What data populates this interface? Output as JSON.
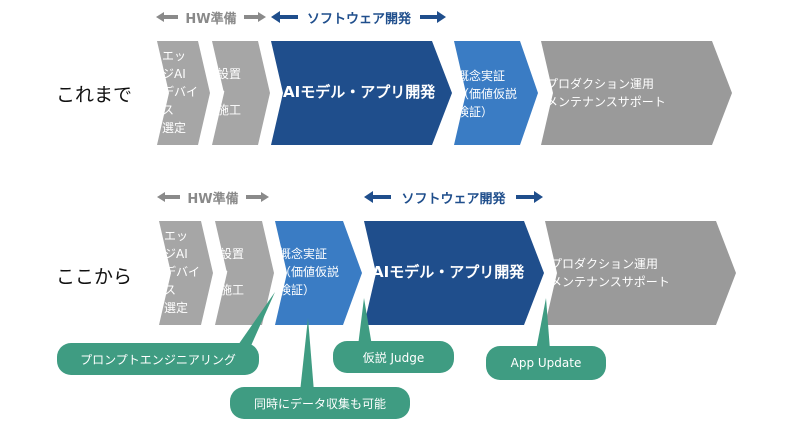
{
  "rows": [
    {
      "label": "これまで",
      "hw_label": "HW準備",
      "sw_label": "ソフトウェア開発",
      "steps": [
        {
          "text": "エッ\nジAI\nデバイ\nス\n選定",
          "color": "#a6a6a6"
        },
        {
          "text": "設置\n・\n施工",
          "color": "#a6a6a6"
        },
        {
          "text": "AIモデル・アプリ開発",
          "color": "#1f4e8c"
        },
        {
          "text": "概念実証\n（価値仮説\n検証）",
          "color": "#3a7cc4"
        },
        {
          "text": "プロダクション運用\nメンテナンスサポート",
          "color": "#9a9a9a"
        }
      ]
    },
    {
      "label": "ここから",
      "hw_label": "HW準備",
      "sw_label": "ソフトウェア開発",
      "steps": [
        {
          "text": "エッ\nジAI\nデバイ\nス\n選定",
          "color": "#a6a6a6"
        },
        {
          "text": "設置\n・\n施工",
          "color": "#a6a6a6"
        },
        {
          "text": "概念実証\n（価値仮説\n検証）",
          "color": "#3a7cc4"
        },
        {
          "text": "AIモデル・アプリ開発",
          "color": "#1f4e8c"
        },
        {
          "text": "プロダクション運用\nメンテナンスサポート",
          "color": "#9a9a9a"
        }
      ]
    }
  ],
  "callouts": [
    {
      "text": "プロンプトエンジニアリング"
    },
    {
      "text": "同時にデータ収集も可能"
    },
    {
      "text": "仮説 Judge"
    },
    {
      "text": "App Update"
    }
  ],
  "colors": {
    "hw_arrow": "#8a8a8a",
    "sw_arrow": "#1f4e8c",
    "callout": "#3f9c82"
  }
}
